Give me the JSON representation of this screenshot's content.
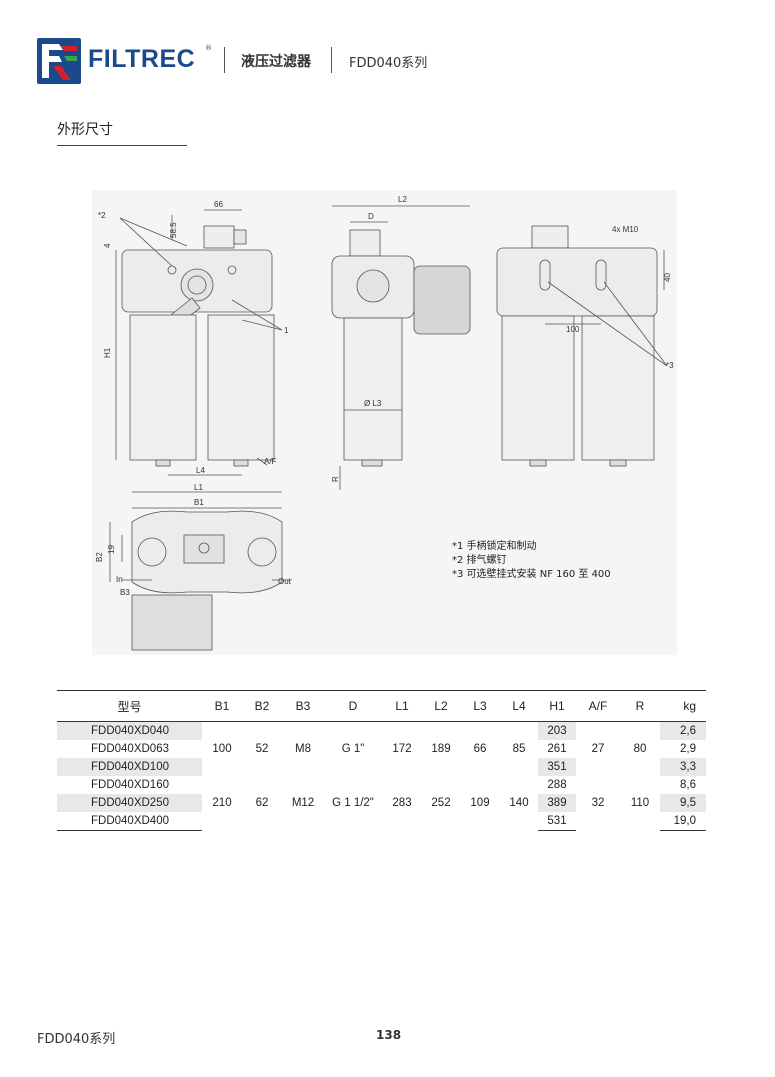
{
  "header": {
    "brand": "FILTREC",
    "brand_reg": "®",
    "category": "液压过滤器",
    "series": "FDD040系列"
  },
  "section": {
    "title": "外形尺寸"
  },
  "drawing": {
    "labels": {
      "d66": "66",
      "d58": "58.5",
      "d4": "4",
      "h1": "H1",
      "n2": "*2",
      "n1": "1",
      "l4": "L4",
      "af": "A/F",
      "l1": "L1",
      "b1": "B1",
      "l2": "L2",
      "d": "D",
      "l3": "Ø L3",
      "r": "R",
      "m10": "4x M10",
      "d40": "40",
      "d100": "100",
      "n3": "*3",
      "b2": "B2",
      "d19": "19",
      "in": "In",
      "b3": "B3",
      "out": "Out"
    }
  },
  "notes": [
    "*1 手柄锁定和制动",
    "*2 排气螺钉",
    "*3 可选壁挂式安装 NF 160 至 400"
  ],
  "table": {
    "headers": [
      "型号",
      "B1",
      "B2",
      "B3",
      "D",
      "L1",
      "L2",
      "L3",
      "L4",
      "H1",
      "A/F",
      "R",
      "kg"
    ],
    "groups": [
      {
        "common": {
          "b1": "100",
          "b2": "52",
          "b3": "M8",
          "d": "G 1\"",
          "l1": "172",
          "l2": "189",
          "l3": "66",
          "l4": "85",
          "af": "27",
          "r": "80"
        },
        "rows": [
          {
            "model": "FDD040XD040",
            "h1": "203",
            "kg": "2,6"
          },
          {
            "model": "FDD040XD063",
            "h1": "261",
            "kg": "2,9"
          },
          {
            "model": "FDD040XD100",
            "h1": "351",
            "kg": "3,3"
          }
        ]
      },
      {
        "common": {
          "b1": "210",
          "b2": "62",
          "b3": "M12",
          "d": "G 1 1/2\"",
          "l1": "283",
          "l2": "252",
          "l3": "109",
          "l4": "140",
          "af": "32",
          "r": "110"
        },
        "rows": [
          {
            "model": "FDD040XD160",
            "h1": "288",
            "kg": "8,6"
          },
          {
            "model": "FDD040XD250",
            "h1": "389",
            "kg": "9,5"
          },
          {
            "model": "FDD040XD400",
            "h1": "531",
            "kg": "19,0"
          }
        ]
      }
    ]
  },
  "footer": {
    "series": "FDD040系列",
    "page": "138"
  },
  "colors": {
    "logo_blue": "#1a4a8c",
    "logo_red": "#d4202a",
    "logo_green": "#3aa14a"
  }
}
